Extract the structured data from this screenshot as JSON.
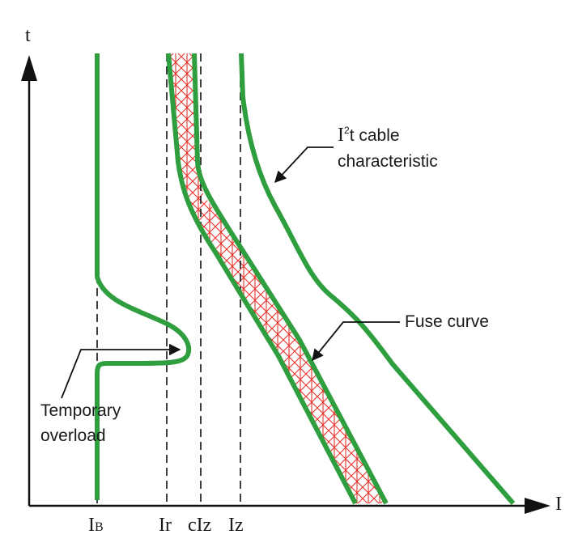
{
  "axes": {
    "y_label": "t",
    "x_label": "I"
  },
  "x_ticks": {
    "ib_main": "I",
    "ib_sub": "B",
    "ir": "Ir",
    "clz": "cIz",
    "iz": "Iz"
  },
  "annotations": {
    "cable_line1_prefix": "I",
    "cable_line1_sup": "2",
    "cable_line1_suffix": "t cable",
    "cable_line2": "characteristic",
    "fuse": "Fuse curve",
    "overload_line1": "Temporary",
    "overload_line2": "overload"
  },
  "colors": {
    "curve": "#2e9e3e",
    "fuse_band": "#e8312a",
    "axis": "#111111"
  }
}
